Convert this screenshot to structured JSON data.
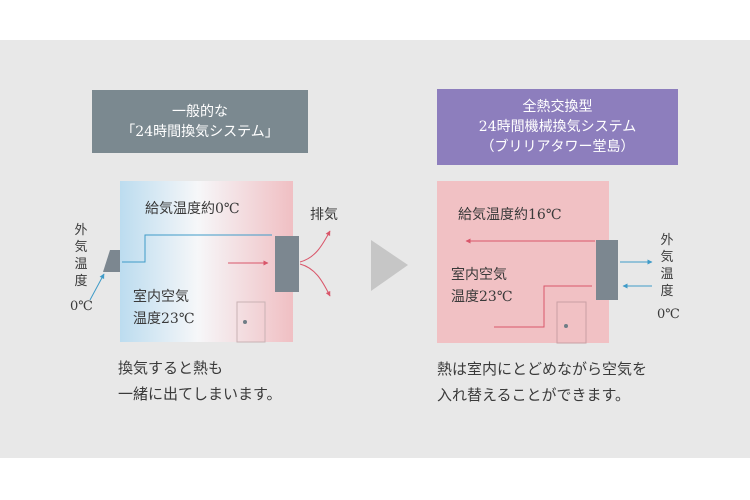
{
  "left": {
    "title_line1": "一般的な",
    "title_line2": "「24時間換気システム」",
    "supply_temp": "給気温度約0℃",
    "exhaust": "排気",
    "outside_temp_chars": [
      "外",
      "気",
      "温",
      "度"
    ],
    "outside_temp_value": "0℃",
    "room_temp_line1": "室内空気",
    "room_temp_line2": "温度23℃",
    "caption_line1": "換気すると熱も",
    "caption_line2": "一緒に出てしまいます。"
  },
  "right": {
    "title_line1": "全熱交換型",
    "title_line2": "24時間機械換気システム",
    "title_line3": "（ブリリアタワー堂島）",
    "supply_temp": "給気温度約16℃",
    "outside_temp_chars": [
      "外",
      "気",
      "温",
      "度"
    ],
    "outside_temp_value": "0℃",
    "room_temp_line1": "室内空気",
    "room_temp_line2": "温度23℃",
    "caption_line1": "熱は室内にとどめながら空気を",
    "caption_line2": "入れ替えることができます。"
  },
  "colors": {
    "left_title_bg": "#7b8990",
    "right_title_bg": "#8d7ebd",
    "unit_gray": "#7c8790",
    "cold_blue": "#3f9bc8",
    "warm_red": "#d9566a",
    "room_pink": "#f1c1c4"
  }
}
